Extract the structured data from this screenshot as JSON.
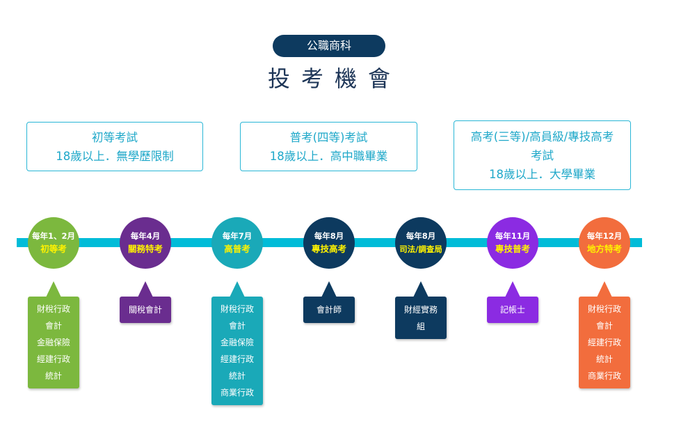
{
  "header": {
    "pill": "公職商科",
    "title": "投考機會"
  },
  "groups": [
    {
      "lines": [
        "初等考試",
        "18歲以上．無學歷限制"
      ]
    },
    {
      "lines": [
        "普考(四等)考試",
        "18歲以上．高中職畢業"
      ]
    },
    {
      "lines": [
        "高考(三等)/高員級/專技高考",
        "考試",
        "18歲以上．大學畢業"
      ]
    }
  ],
  "timeline": {
    "line_color": "#00bcd8",
    "items": [
      {
        "month": "每年1、2月",
        "exam": "初等考",
        "color": "#7cb83e",
        "subjects": [
          "財稅行政",
          "會計",
          "金融保險",
          "經建行政",
          "統計"
        ]
      },
      {
        "month": "每年4月",
        "exam": "關務特考",
        "color": "#6a2d8f",
        "subjects": [
          "關稅會計"
        ]
      },
      {
        "month": "每年7月",
        "exam": "高普考",
        "color": "#1aa9b8",
        "subjects": [
          "財稅行政",
          "會計",
          "金融保險",
          "經建行政",
          "統計",
          "商業行政"
        ]
      },
      {
        "month": "每年8月",
        "exam": "專技高考",
        "color": "#0d3a5f",
        "subjects": [
          "會計師"
        ]
      },
      {
        "month": "每年8月",
        "exam": "司法/調查局",
        "color": "#0d3a5f",
        "subjects": [
          "財經實務",
          "組"
        ]
      },
      {
        "month": "每年11月",
        "exam": "專技普考",
        "color": "#8b2be2",
        "subjects": [
          "記帳士"
        ]
      },
      {
        "month": "每年12月",
        "exam": "地方特考",
        "color": "#f26d3d",
        "subjects": [
          "財稅行政",
          "會計",
          "經建行政",
          "統計",
          "商業行政"
        ]
      }
    ]
  }
}
